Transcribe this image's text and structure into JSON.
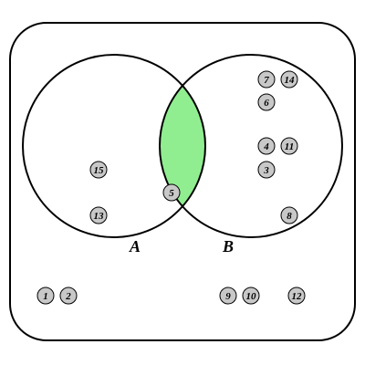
{
  "diagram": {
    "type": "venn",
    "colors": {
      "intersection_fill": "#90ee90",
      "element_fill": "#c8c8c8",
      "stroke": "#000000",
      "background": "#ffffff"
    },
    "sets": {
      "A": {
        "label": "A"
      },
      "B": {
        "label": "B"
      }
    },
    "regions": {
      "only_A": [
        "15",
        "13"
      ],
      "A_and_B": [
        "5"
      ],
      "only_B": [
        "7",
        "14",
        "6",
        "4",
        "11",
        "3",
        "8"
      ],
      "neither": [
        "1",
        "2",
        "9",
        "10",
        "12"
      ]
    },
    "elements": [
      {
        "label": "7",
        "region": "only_B"
      },
      {
        "label": "14",
        "region": "only_B"
      },
      {
        "label": "6",
        "region": "only_B"
      },
      {
        "label": "4",
        "region": "only_B"
      },
      {
        "label": "11",
        "region": "only_B"
      },
      {
        "label": "3",
        "region": "only_B"
      },
      {
        "label": "15",
        "region": "only_A"
      },
      {
        "label": "5",
        "region": "A_and_B"
      },
      {
        "label": "13",
        "region": "only_A"
      },
      {
        "label": "8",
        "region": "only_B"
      },
      {
        "label": "1",
        "region": "neither"
      },
      {
        "label": "2",
        "region": "neither"
      },
      {
        "label": "9",
        "region": "neither"
      },
      {
        "label": "10",
        "region": "neither"
      },
      {
        "label": "12",
        "region": "neither"
      }
    ]
  }
}
